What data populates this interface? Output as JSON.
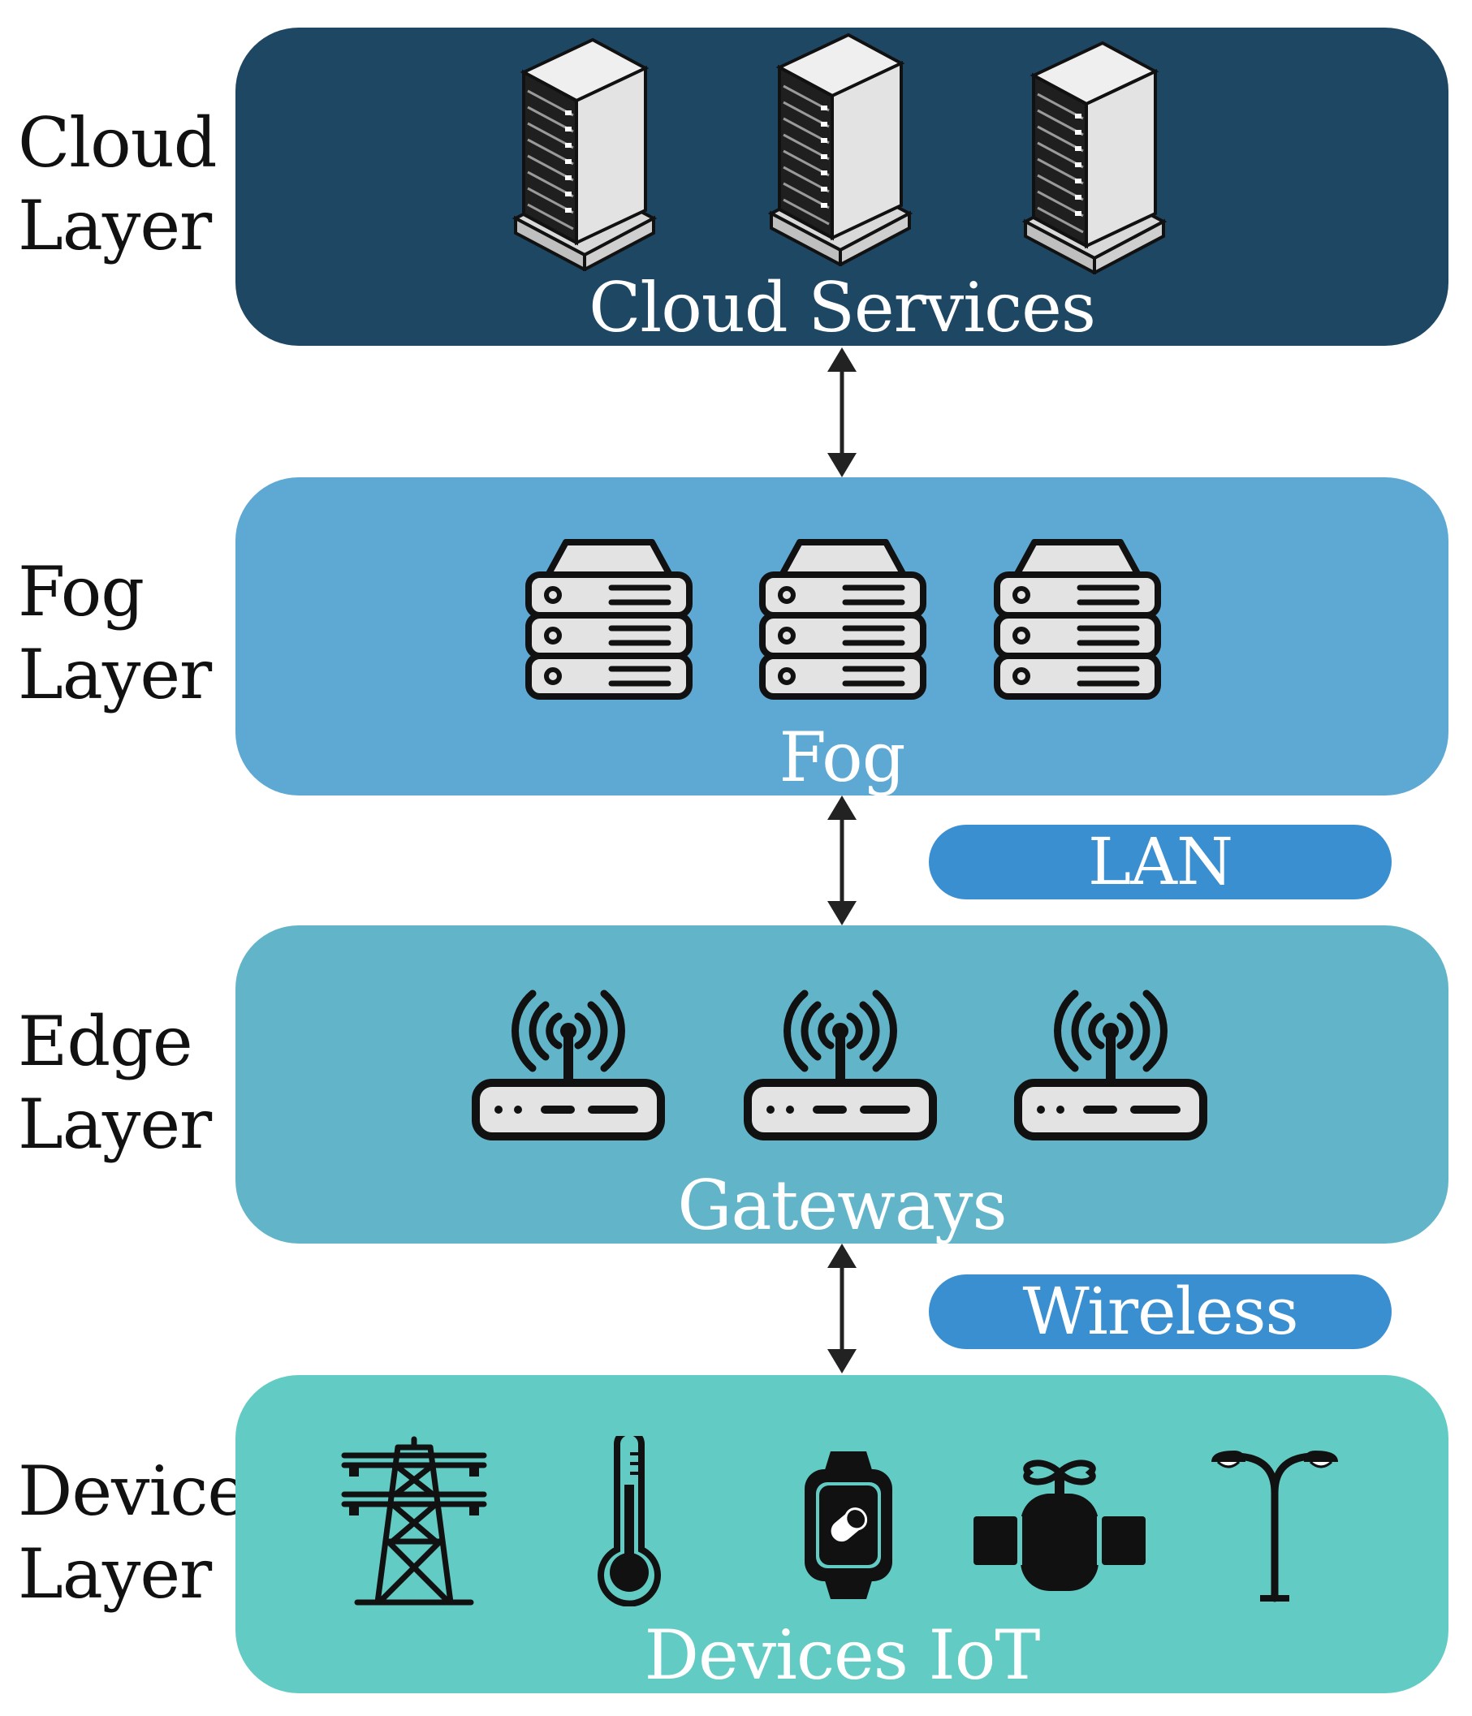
{
  "layers": {
    "cloud": {
      "label_line1": "Cloud",
      "label_line2": "Layer",
      "title": "Cloud Services",
      "color": "#1e4764"
    },
    "fog": {
      "label_line1": "Fog",
      "label_line2": "Layer",
      "title": "Fog",
      "color": "#5ea8d4"
    },
    "edge": {
      "label_line1": "Edge",
      "label_line2": "Layer",
      "title": "Gateways",
      "color": "#62b5c9"
    },
    "device": {
      "label_line1": "Device",
      "label_line2": "Layer",
      "title": "Devices IoT",
      "color": "#62cbc4"
    }
  },
  "links": {
    "lan": "LAN",
    "wireless": "Wireless",
    "pill_color": "#3a8fd0"
  },
  "icons": {
    "cloud": [
      "rack-server-icon",
      "rack-server-icon",
      "rack-server-icon"
    ],
    "fog": [
      "server-stack-icon",
      "server-stack-icon",
      "server-stack-icon"
    ],
    "edge": [
      "router-icon",
      "router-icon",
      "router-icon"
    ],
    "device": [
      "power-tower-icon",
      "thermometer-icon",
      "smartwatch-icon",
      "water-valve-icon",
      "street-lamp-icon"
    ]
  }
}
